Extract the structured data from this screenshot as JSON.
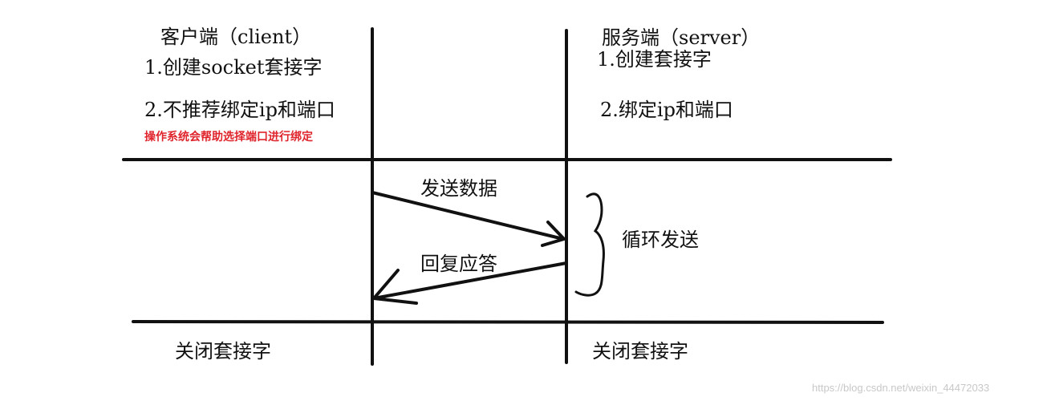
{
  "client": {
    "title": "客户端（client）",
    "step1": "1.创建socket套接字",
    "step2": "2.不推荐绑定ip和端口",
    "note": "操作系统会帮助选择端口进行绑定",
    "close": "关闭套接字"
  },
  "server": {
    "title": "服务端（server）",
    "step1": "1.创建套接字",
    "step2": "2.绑定ip和端口",
    "close": "关闭套接字"
  },
  "flow": {
    "send_label": "发送数据",
    "reply_label": "回复应答",
    "loop_label": "循环发送"
  },
  "watermark": "https://blog.csdn.net/weixin_44472033",
  "colors": {
    "ink": "#111111",
    "note": "#e0242c",
    "watermark": "#c8c8c8"
  }
}
